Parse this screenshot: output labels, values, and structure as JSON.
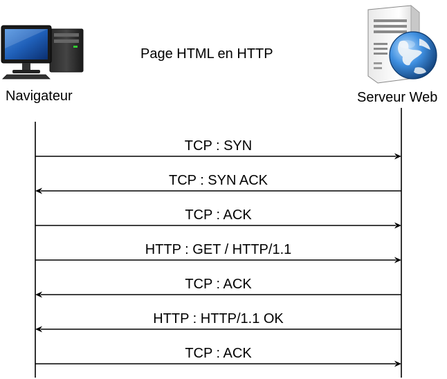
{
  "title": "Page HTML en HTTP",
  "actors": {
    "client": {
      "label": "Navigateur",
      "icon": "desktop-computer-icon"
    },
    "server": {
      "label": "Serveur Web",
      "icon": "web-server-globe-icon"
    }
  },
  "messages": [
    {
      "label": "TCP : SYN",
      "direction": "client-to-server"
    },
    {
      "label": "TCP : SYN ACK",
      "direction": "server-to-client"
    },
    {
      "label": "TCP : ACK",
      "direction": "client-to-server"
    },
    {
      "label": "HTTP : GET / HTTP/1.1",
      "direction": "client-to-server"
    },
    {
      "label": "TCP : ACK",
      "direction": "server-to-client"
    },
    {
      "label": "HTTP : HTTP/1.1 OK",
      "direction": "server-to-client"
    },
    {
      "label": "TCP : ACK",
      "direction": "client-to-server"
    }
  ]
}
